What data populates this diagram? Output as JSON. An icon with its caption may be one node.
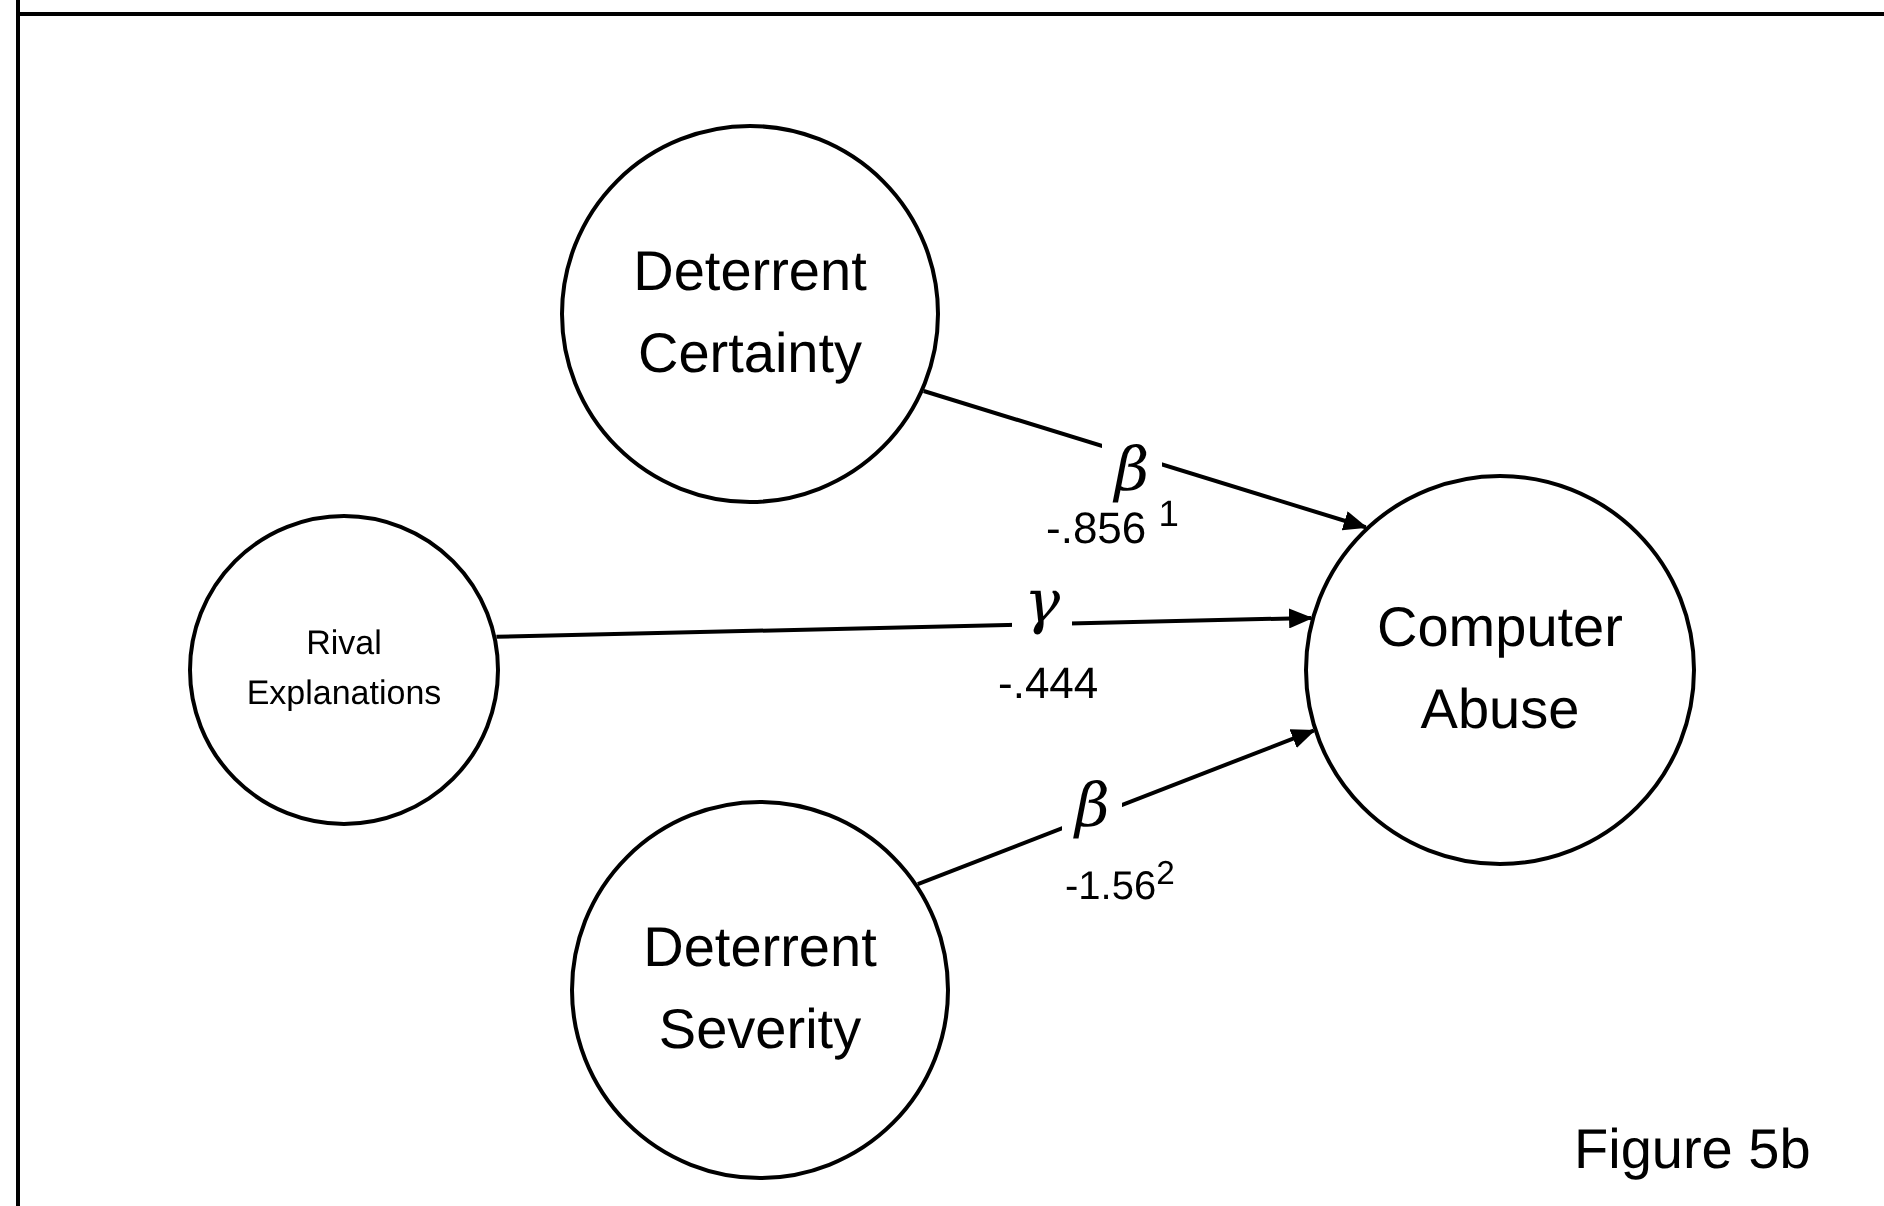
{
  "diagram": {
    "nodes": [
      {
        "text": [
          "Deterrent Certainty"
        ]
      },
      {
        "text": [
          "Rival Explanations"
        ]
      },
      {
        "text": [
          "Deterrent Severity"
        ]
      },
      {
        "text": [
          "Computer Abuse"
        ]
      }
    ],
    "edges": [
      {
        "from": 0,
        "to": 3,
        "arrow": "to",
        "label": "β"
      },
      {
        "from": 1,
        "to": 3,
        "arrow": "to",
        "label": "γ"
      },
      {
        "from": 2,
        "to": 3,
        "arrow": "to",
        "label": "β"
      }
    ],
    "labels": [
      "-.856 $^{1}$",
      "-.444",
      "-1.56$^{2}$",
      "Figure 5b"
    ]
  }
}
